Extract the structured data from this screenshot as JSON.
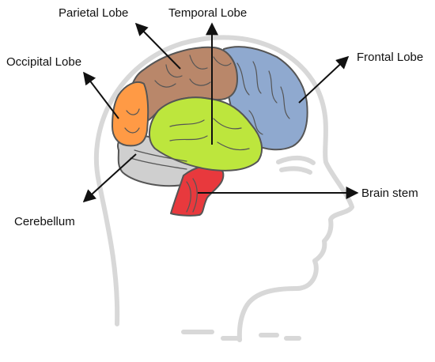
{
  "labels": {
    "parietal": "Parietal Lobe",
    "temporal": "Temporal Lobe",
    "occipital": "Occipital Lobe",
    "frontal": "Frontal Lobe",
    "brain_stem": "Brain stem",
    "cerebellum": "Cerebellum"
  },
  "colors": {
    "frontal": "#8fa9cf",
    "parietal": "#b9876a",
    "temporal": "#bde63d",
    "occipital": "#ff9a45",
    "cerebellum": "#cfcfcf",
    "brain_stem": "#e8393d",
    "head_outline": "#d8d8d8",
    "arrow": "#111111"
  },
  "icons": {
    "head": "head-silhouette-icon",
    "brain": "brain-icon"
  }
}
